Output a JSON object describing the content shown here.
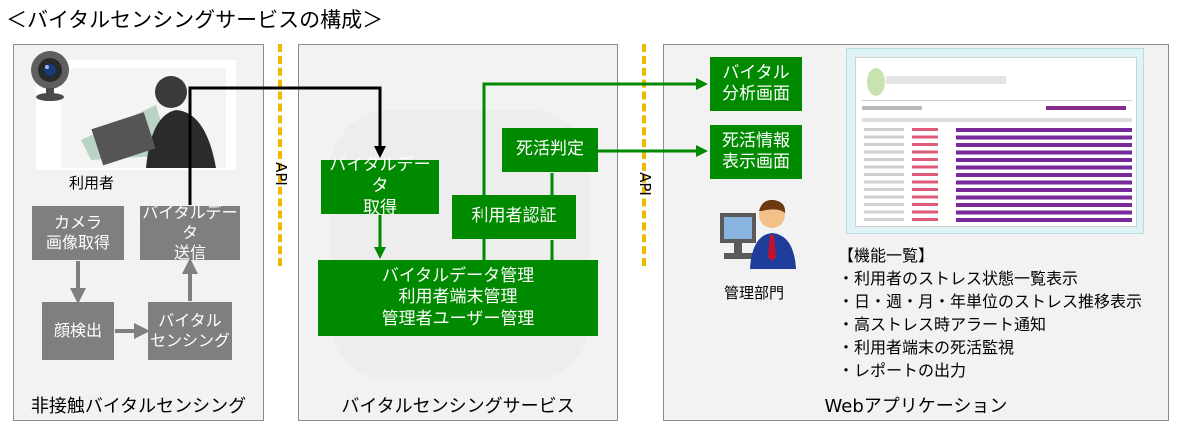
{
  "title": "＜バイタルセンシングサービスの構成＞",
  "left_panel": {
    "label": "非接触バイタルセンシング",
    "user_label": "利用者",
    "steps": {
      "camera": "カメラ\n画像取得",
      "face": "顔検出",
      "sensing": "バイタル\nセンシング",
      "send": "バイタルデータ\n送信"
    }
  },
  "middle_panel": {
    "label": "バイタルセンシングサービス",
    "boxes": {
      "acquire": "バイタルデータ\n取得",
      "judge": "死活判定",
      "auth": "利用者認証",
      "manage": "バイタルデータ管理\n利用者端末管理\n管理者ユーザー管理"
    }
  },
  "api_labels": [
    "API",
    "API"
  ],
  "right_panel": {
    "label": "Webアプリケーション",
    "boxes": {
      "analysis": "バイタル\n分析画面",
      "alive_info": "死活情報\n表示画面"
    },
    "admin_label": "管理部門",
    "features_title": "【機能一覧】",
    "features": [
      "・利用者のストレス状態一覧表示",
      "・日・週・月・年単位のストレス推移表示",
      "・高ストレス時アラート通知",
      "・利用者端末の死活監視",
      "・レポートの出力"
    ]
  },
  "colors": {
    "green": "#008a00",
    "gray_box": "#7f7f7f",
    "api_dash": "#f2b800",
    "panel_bg": "#f2f2f2"
  }
}
